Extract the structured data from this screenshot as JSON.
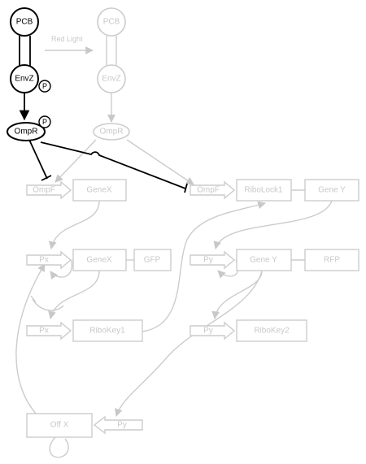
{
  "nodes": {
    "pcb_on": "PCB",
    "envz_on": "EnvZ",
    "envz_on_phospho": "P",
    "ompr_on": "OmpR",
    "ompr_on_phospho": "P",
    "pcb_off": "PCB",
    "envz_off": "EnvZ",
    "ompr_off": "OmpR",
    "red_light_label": "Red Light"
  },
  "parts": {
    "promoter_ompf_1": "OmpF",
    "gene_x_1": "GeneX",
    "promoter_ompf_2": "OmpF",
    "ribolock1": "RiboLock1",
    "gene_y_1": "Gene Y",
    "promoter_px_1": "Px",
    "gene_x_2": "GeneX",
    "gfp": "GFP",
    "promoter_py_1": "Py",
    "gene_y_2": "Gene Y",
    "rfp": "RFP",
    "promoter_px_2": "Px",
    "ribokey1": "RiboKey1",
    "promoter_py_2": "Py",
    "ribokey2": "RiboKey2",
    "off_x": "Off X",
    "promoter_py_3": "Py"
  },
  "colors": {
    "active": "#000000",
    "inactive": "#cccccc",
    "inactive_text": "#c9c9c9"
  }
}
